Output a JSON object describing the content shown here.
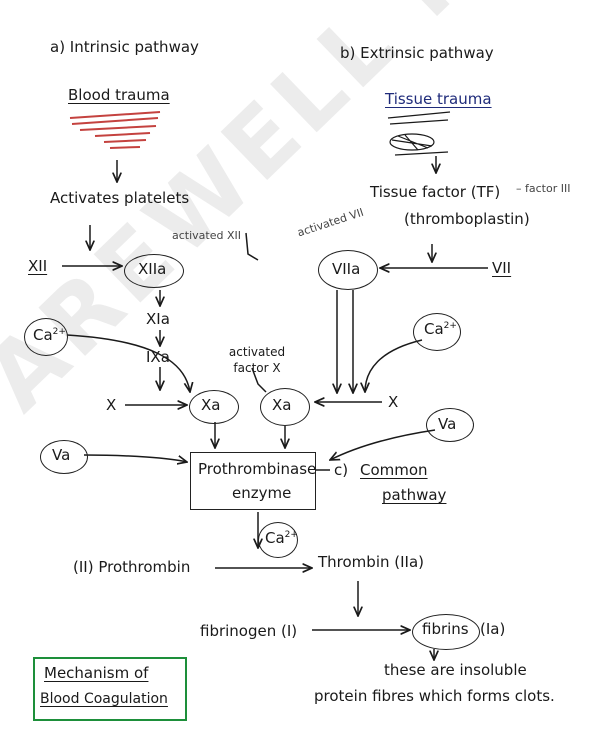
{
  "intrinsic": {
    "heading": "a) Intrinsic pathway",
    "trigger": "Blood trauma",
    "activates": "Activates platelets",
    "factor_xii": "XII",
    "factor_xiia": "XIIa",
    "activated_xii": "activated XII",
    "factor_xia": "XIa",
    "factor_ixa": "IXa",
    "calcium": "Ca",
    "charge": "2+",
    "factor_x": "X",
    "factor_xa": "Xa",
    "factor_va": "Va"
  },
  "extrinsic": {
    "heading": "b) Extrinsic pathway",
    "trigger": "Tissue trauma",
    "tissue_factor": "Tissue factor (TF)",
    "factor_iii": "– factor III",
    "thromboplastin": "(thromboplastin)",
    "activated_vii": "activated VII",
    "factor_viia": "VIIa",
    "factor_vii": "VII",
    "calcium": "Ca",
    "charge": "2+",
    "factor_x": "X",
    "factor_xa": "Xa",
    "factor_va": "Va"
  },
  "common": {
    "activated_factor_x": "activated factor X",
    "enzyme_line1": "Prothrombinase",
    "enzyme_line2": "enzyme",
    "heading_prefix": "c)",
    "heading_line1": "Common",
    "heading_line2": "pathway",
    "calcium": "Ca",
    "charge": "2+",
    "prothrombin": "(II) Prothrombin",
    "thrombin": "Thrombin (IIa)",
    "fibrinogen": "fibrinogen (I)",
    "fibrins": "fibrins",
    "fibrin_code": "(Ia)",
    "note_line1": "these are insoluble",
    "note_line2": "protein fibres which forms clots."
  },
  "title_box": {
    "line1": "Mechanism of",
    "line2": "Blood Coagulation"
  },
  "watermark": "AREWELL PHARMA",
  "colors": {
    "ink": "#1a1a1a",
    "trauma_red": "#c4423f",
    "title_green": "#1d8f3a",
    "watermark_gray": "#ececec"
  }
}
